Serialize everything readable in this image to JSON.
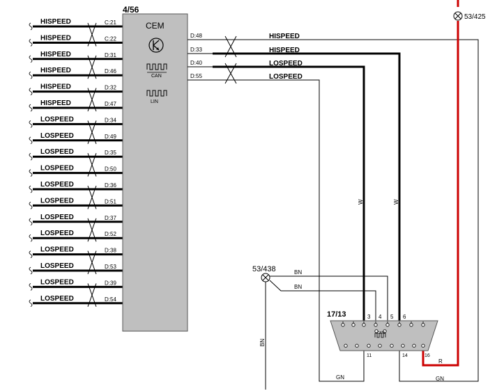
{
  "cem": {
    "id": "4/56",
    "name": "CEM",
    "can_label": "CAN",
    "lin_label": "LIN",
    "left_pins": [
      {
        "pin": "C:21",
        "net": "HISPEED"
      },
      {
        "pin": "C:22",
        "net": "HISPEED"
      },
      {
        "pin": "D:31",
        "net": "HISPEED"
      },
      {
        "pin": "D:46",
        "net": "HISPEED"
      },
      {
        "pin": "D:32",
        "net": "HISPEED"
      },
      {
        "pin": "D:47",
        "net": "HISPEED"
      },
      {
        "pin": "D:34",
        "net": "LOSPEED"
      },
      {
        "pin": "D:49",
        "net": "LOSPEED"
      },
      {
        "pin": "D:35",
        "net": "LOSPEED"
      },
      {
        "pin": "D:50",
        "net": "LOSPEED"
      },
      {
        "pin": "D:36",
        "net": "LOSPEED"
      },
      {
        "pin": "D:51",
        "net": "LOSPEED"
      },
      {
        "pin": "D:37",
        "net": "LOSPEED"
      },
      {
        "pin": "D:52",
        "net": "LOSPEED"
      },
      {
        "pin": "D:38",
        "net": "LOSPEED"
      },
      {
        "pin": "D:53",
        "net": "LOSPEED"
      },
      {
        "pin": "D:39",
        "net": "LOSPEED"
      },
      {
        "pin": "D:54",
        "net": "LOSPEED"
      }
    ],
    "right_pins": [
      {
        "pin": "D:48",
        "net": "HISPEED"
      },
      {
        "pin": "D:33",
        "net": "HISPEED"
      },
      {
        "pin": "D:40",
        "net": "LOSPEED"
      },
      {
        "pin": "D:55",
        "net": "LOSPEED"
      }
    ]
  },
  "connector": {
    "id": "17/13",
    "can_label": "CAN",
    "top_pin_labels": [
      "3",
      "4",
      "5",
      "6"
    ],
    "bottom_pin_labels": [
      "11",
      "14",
      "16"
    ]
  },
  "grounds": {
    "g438": "53/438",
    "g425": "53/425"
  },
  "wire_colors": {
    "w1": "W",
    "w2": "W",
    "bn1": "BN",
    "bn2": "BN",
    "bn3": "BN",
    "gn1": "GN",
    "gn2": "GN",
    "r": "R"
  },
  "colors": {
    "module_fill": "#bfbfbf",
    "power_wire": "#cc0000",
    "wire": "#000000"
  }
}
